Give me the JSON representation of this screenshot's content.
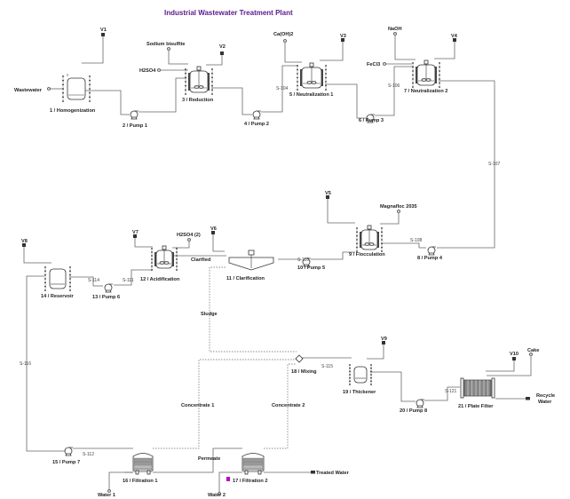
{
  "title": "Industrial Wastewater Treatment Plant",
  "units": [
    {
      "id": "u1",
      "label": "1 / Homogenization",
      "type": "tank"
    },
    {
      "id": "u2",
      "label": "2 / Pump 1",
      "type": "pump"
    },
    {
      "id": "u3",
      "label": "3 / Reduction",
      "type": "reactor"
    },
    {
      "id": "u4",
      "label": "4 / Pump 2",
      "type": "pump"
    },
    {
      "id": "u5",
      "label": "5 / Neutralization 1",
      "type": "reactor"
    },
    {
      "id": "u6",
      "label": "6 / Pump 3",
      "type": "pump"
    },
    {
      "id": "u7",
      "label": "7 / Neutralization 2",
      "type": "reactor"
    },
    {
      "id": "u8",
      "label": "8 / Pump 4",
      "type": "pump"
    },
    {
      "id": "u9",
      "label": "9 / Flocculation",
      "type": "reactor"
    },
    {
      "id": "u10",
      "label": "10 / Pump 5",
      "type": "pump"
    },
    {
      "id": "u11",
      "label": "11 / Clarification",
      "type": "clarifier"
    },
    {
      "id": "u12",
      "label": "12 / Acidification",
      "type": "reactor"
    },
    {
      "id": "u13",
      "label": "13 / Pump 6",
      "type": "pump"
    },
    {
      "id": "u14",
      "label": "14 / Reservoir",
      "type": "tank"
    },
    {
      "id": "u15",
      "label": "15 / Pump 7",
      "type": "pump"
    },
    {
      "id": "u16",
      "label": "16 / Filtration 1",
      "type": "filter"
    },
    {
      "id": "u17",
      "label": "17 / Filtration 2",
      "type": "filter"
    },
    {
      "id": "u18",
      "label": "18 / Mixing",
      "type": "mixer"
    },
    {
      "id": "u19",
      "label": "19 / Thickener",
      "type": "tank"
    },
    {
      "id": "u20",
      "label": "20 / Pump 8",
      "type": "pump"
    },
    {
      "id": "u21",
      "label": "21 / Plate Filter",
      "type": "platefilter"
    }
  ],
  "feeds": {
    "wastewater": "Wastewater",
    "h2so4": "H2SO4",
    "sodium_bisulfite": "Sodium bisulfite",
    "caoh2": "Ca(OH)2",
    "naoh": "NaOH",
    "fecl3": "FeCl3",
    "magnafloc": "Magnafloc 2035",
    "h2so4_2": "H2SO4 (2)",
    "water1": "Water 1",
    "water2": "Water 2"
  },
  "vents": [
    "V1",
    "V2",
    "V3",
    "V4",
    "V5",
    "V6",
    "V7",
    "V8",
    "V9",
    "V10"
  ],
  "products": {
    "treated_water": "Treated Water",
    "recycle_water": "Recycle Water",
    "recycle_line1": "Recycle",
    "recycle_line2": "Water",
    "cake": "Cake"
  },
  "streams": {
    "clarified": "Clarified",
    "sludge": "Sludge",
    "concentrate1": "Concentrate 1",
    "concentrate2": "Concentrate 2",
    "permeate": "Permeate",
    "s104": "S-104",
    "s106": "S-106",
    "s107": "S-107",
    "s108": "S-108",
    "s110": "S-110",
    "s111": "S-111",
    "s114": "S-114",
    "s116": "S-116",
    "s112": "S-112",
    "s115": "S-115",
    "s121": "S-121"
  }
}
